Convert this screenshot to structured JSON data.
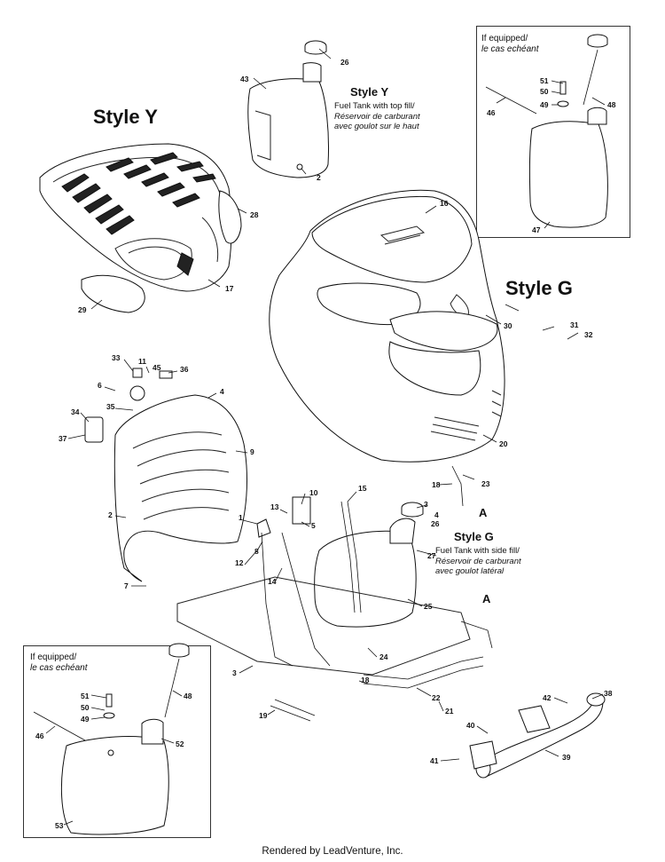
{
  "styles": {
    "style_y_main": "Style Y",
    "style_y_tank_title": "Style Y",
    "style_y_tank_desc_en": "Fuel Tank with top fill/",
    "style_y_tank_desc_fr1": "Réservoir de carburant",
    "style_y_tank_desc_fr2": "avec goulot sur le haut",
    "style_g_main": "Style G",
    "style_g_tank_title": "Style G",
    "style_g_tank_desc_en": "Fuel Tank with side fill/",
    "style_g_tank_desc_fr1": "Réservoir de carburant",
    "style_g_tank_desc_fr2": "avec goulot latéral"
  },
  "if_equipped": {
    "en": "If equipped/",
    "fr": "le cas echéant"
  },
  "markers": {
    "a_upper": "A",
    "a_lower": "A"
  },
  "callouts": {
    "c26a": "26",
    "c43": "43",
    "c2a": "2",
    "c28": "28",
    "c17": "17",
    "c29": "29",
    "c16": "16",
    "c30": "30",
    "c31": "31",
    "c32": "32",
    "c20": "20",
    "c33": "33",
    "c11": "11",
    "c45": "45",
    "c36": "36",
    "c6": "6",
    "c35": "35",
    "c4a": "4",
    "c34": "34",
    "c37": "37",
    "c9": "9",
    "c2b": "2",
    "c1": "1",
    "c13": "13",
    "c10": "10",
    "c5": "5",
    "c8": "8",
    "c12": "12",
    "c7": "7",
    "c14": "14",
    "c15": "15",
    "c18a": "18",
    "c23": "23",
    "c3a": "3",
    "c4b": "4",
    "c26b": "26",
    "c27": "27",
    "c25": "25",
    "c24": "24",
    "c3b": "3",
    "c18b": "18",
    "c22": "22",
    "c21": "21",
    "c19": "19",
    "c42": "42",
    "c38": "38",
    "c40": "40",
    "c41": "41",
    "c39": "39",
    "r51": "51",
    "r50": "50",
    "r49": "49",
    "r48": "48",
    "r46": "46",
    "r47": "47",
    "l51": "51",
    "l50": "50",
    "l49": "49",
    "l48": "48",
    "l46": "46",
    "l52": "52",
    "l53": "53"
  },
  "footer": "Rendered by LeadVenture, Inc."
}
